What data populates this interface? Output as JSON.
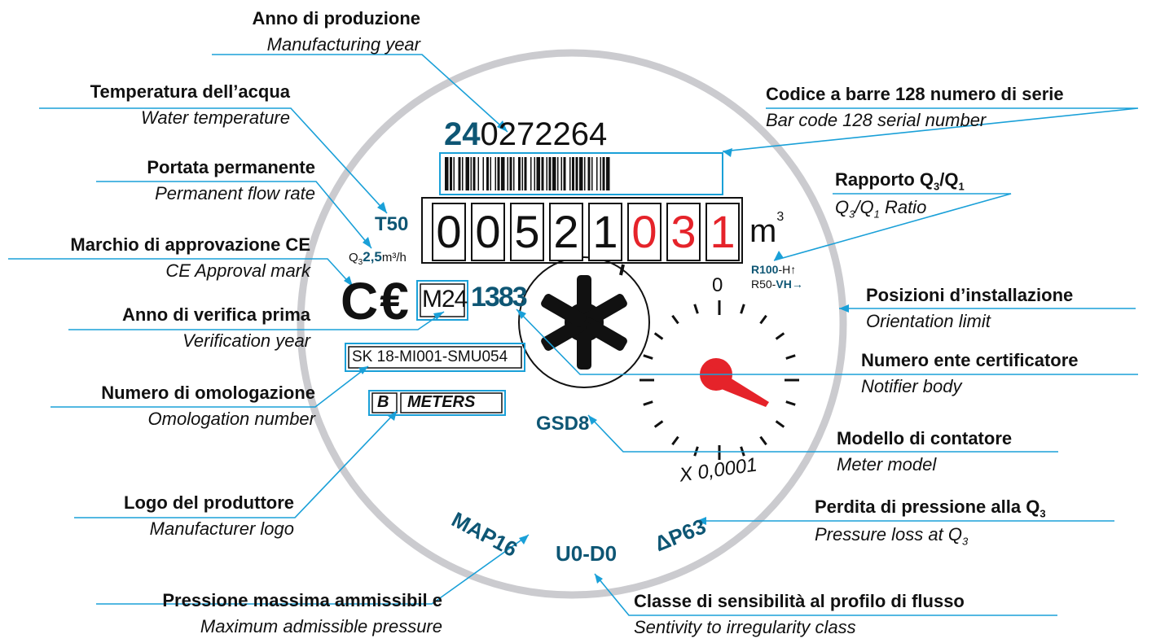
{
  "colors": {
    "leader": "#1aa0d8",
    "ring": "#cbcbcf",
    "dial_text": "#0e5674",
    "red": "#e5232a"
  },
  "labels": {
    "anno_produzione": {
      "it": "Anno di produzione",
      "en": "Manufacturing year"
    },
    "temperatura": {
      "it": "Temperatura dell’acqua",
      "en": "Water temperature"
    },
    "portata": {
      "it": "Portata permanente",
      "en": "Permanent flow rate"
    },
    "marchio": {
      "it": "Marchio di approvazione CE",
      "en": "CE Approval mark"
    },
    "anno_verifica": {
      "it": "Anno di verifica prima",
      "en": "Verification year"
    },
    "omologazione": {
      "it": "Numero di omologazione",
      "en": "Omologation number"
    },
    "logo": {
      "it": "Logo del produttore",
      "en": "Manufacturer logo"
    },
    "pressione_max": {
      "it": "Pressione massima ammissibil e",
      "en": "Maximum admissible pressure"
    },
    "codice_barre": {
      "it": "Codice a barre 128 numero di serie",
      "en": "Bar code 128 serial number"
    },
    "rapporto": {
      "it_main": "Rapporto Q",
      "it_sub1": "3",
      "it_slash": "/Q",
      "it_sub2": "1",
      "en_q": "Q",
      "en_sub1": "3",
      "en_slash": "/Q",
      "en_sub2": "1",
      "en_rest": " Ratio"
    },
    "posizioni": {
      "it": "Posizioni d’installazione",
      "en": "Orientation limit"
    },
    "ente": {
      "it": "Numero ente certificatore",
      "en": "Notifier body"
    },
    "modello": {
      "it": "Modello di contatore",
      "en": "Meter model"
    },
    "perdita": {
      "it_main": "Perdita di pressione alla Q",
      "it_sub": "3",
      "en_main": "Pressure loss at Q",
      "en_sub": "3"
    },
    "classe": {
      "it": "Classe di sensibilità al profilo di flusso",
      "en": "Sentivity to irregularity class"
    }
  },
  "dial": {
    "serial_prefix": "24",
    "serial_rest": "0272264",
    "counter_digits": [
      "0",
      "0",
      "5",
      "2",
      "1",
      "0",
      "3",
      "1"
    ],
    "counter_red_from": 5,
    "unit_main": "m",
    "unit_sup": "3",
    "t50": "T50",
    "q3_prefix": "Q",
    "q3_sub": "3",
    "q3_value": "2,5",
    "q3_unit": "m³/h",
    "ce_mark": "C€",
    "m24": "M24",
    "notified_body": "1383",
    "approval": "SK 18-MI001-SMU054",
    "logo_b": "B",
    "logo_meters": "METERS",
    "gsd8": "GSD8",
    "r100_bold": "R100",
    "r100_rest": "-H↑",
    "r50_rest": "R50-",
    "r50_bold": "VH",
    "r50_arrow": "→",
    "zero": "0",
    "multiplier": "X 0,0001",
    "map16": "MAP16",
    "u0d0": "U0-D0",
    "dp63": "ΔP63"
  }
}
